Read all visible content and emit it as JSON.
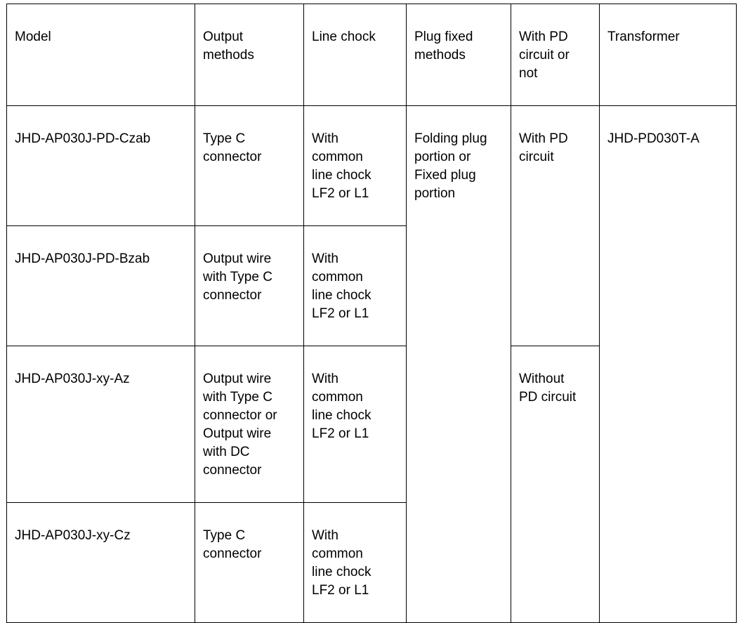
{
  "table": {
    "columns": [
      {
        "key": "model",
        "label": "Model"
      },
      {
        "key": "output",
        "label": "Output\nmethods"
      },
      {
        "key": "chock",
        "label": "Line chock"
      },
      {
        "key": "plug",
        "label": "Plug fixed\nmethods"
      },
      {
        "key": "pd",
        "label": "With PD\ncircuit or\nnot"
      },
      {
        "key": "transformer",
        "label": "Transformer"
      }
    ],
    "rows": [
      {
        "model": "JHD-AP030J-PD-Czab",
        "output": "Type C\nconnector",
        "chock": "With\ncommon\nline chock\nLF2 or L1"
      },
      {
        "model": "JHD-AP030J-PD-Bzab",
        "output": "Output wire\nwith Type C\nconnector",
        "chock": "With\ncommon\nline chock\nLF2 or L1"
      },
      {
        "model": "JHD-AP030J-xy-Az",
        "output": "Output wire\nwith Type C\nconnector or\nOutput wire\nwith DC\nconnector",
        "chock": "With\ncommon\nline chock\nLF2 or L1"
      },
      {
        "model": "JHD-AP030J-xy-Cz",
        "output": "Type C\nconnector",
        "chock": "With\ncommon\nline chock\nLF2 or L1"
      }
    ],
    "merged": {
      "plug_fixed_methods": "Folding plug\nportion or\nFixed plug\nportion",
      "pd_with": "With PD\ncircuit",
      "pd_without": "Without\nPD circuit",
      "transformer": "JHD-PD030T-A"
    }
  },
  "colors": {
    "border": "#000000",
    "text": "#000000",
    "background": "#ffffff"
  }
}
